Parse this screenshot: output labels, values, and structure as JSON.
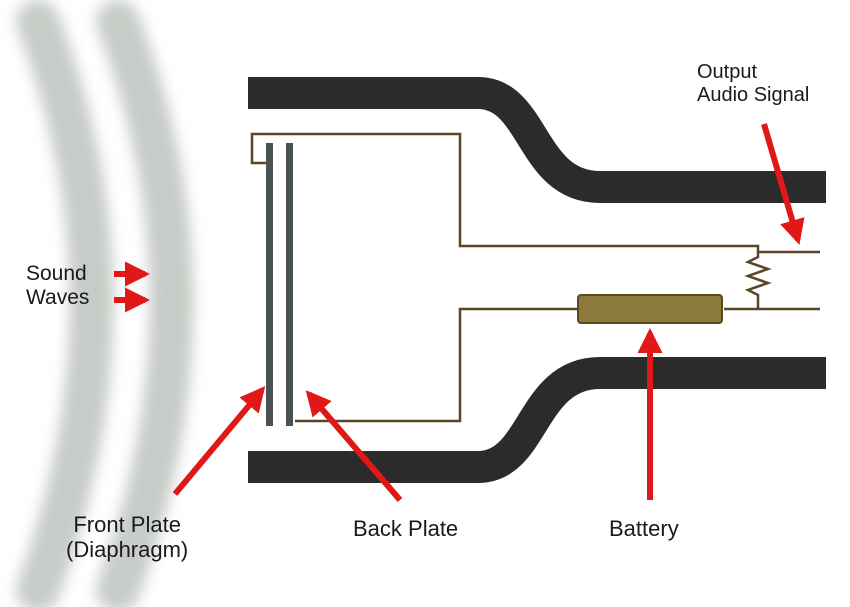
{
  "labels": {
    "sound_waves": [
      "Sound",
      "Waves"
    ],
    "output_audio_signal": [
      "Output",
      "Audio Signal"
    ],
    "front_plate": [
      "Front Plate",
      "(Diaphragm)"
    ],
    "back_plate": "Back Plate",
    "battery": "Battery"
  },
  "colors": {
    "housing": "#2b2b2b",
    "wire": "#5a4524",
    "plate": "#4a5352",
    "arrow": "#e01818",
    "battery_fill": "#8c7a3c",
    "battery_stroke": "#5a4a1e",
    "sound_wave": "#c8ccc8"
  }
}
